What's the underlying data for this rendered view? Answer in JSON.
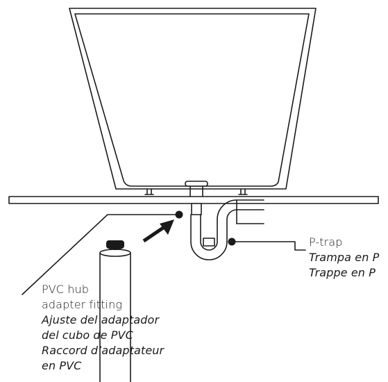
{
  "labels": {
    "ptrap": {
      "en": "P-trap",
      "es": "Trampa en P",
      "fr": "Trappe en P"
    },
    "adapter": {
      "en_line1": "PVC hub",
      "en_line2": "adapter fitting",
      "es_line1": "Ajuste del adaptador",
      "es_line2": "del cubo de PVC",
      "fr_line1": "Raccord d’adaptateur",
      "fr_line2": "en PVC"
    }
  },
  "colors": {
    "line": "#1a1a1a",
    "background": "#ffffff"
  }
}
